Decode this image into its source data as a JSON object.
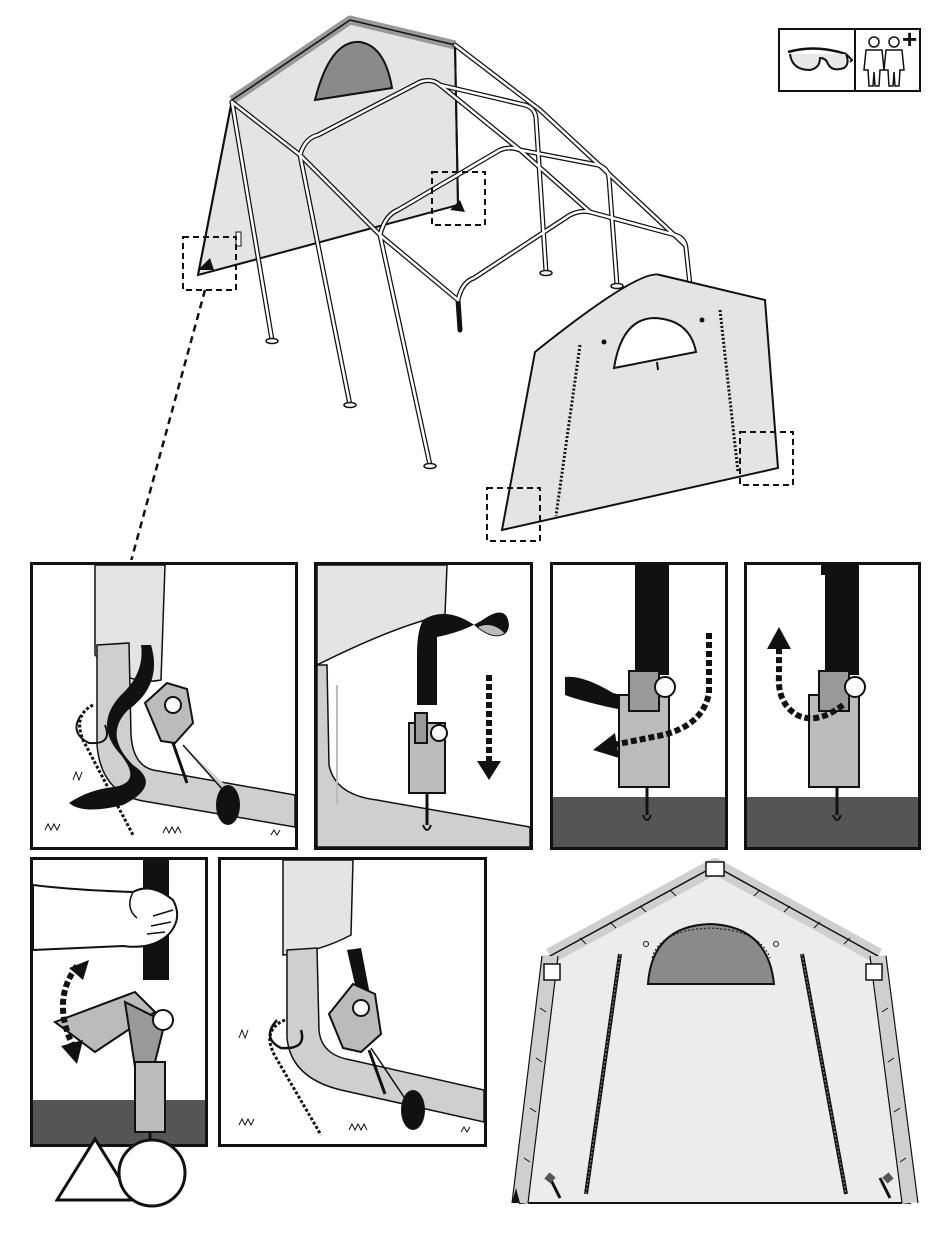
{
  "page": {
    "title": "",
    "colors": {
      "ink": "#111111",
      "cover_light": "#e6e6e6",
      "cover_mid": "#cfcfcf",
      "frame": "#bdbdbd",
      "window": "#8a8a8a",
      "ground": "#555555",
      "strap": "#111111"
    }
  },
  "safety_box": {
    "icons": [
      "safety-glasses-icon",
      "two-person-icon"
    ],
    "plus_symbol": "+"
  },
  "overview": {
    "callouts": [
      "callout-front-left-corner",
      "callout-rear-left-corner",
      "callout-rear-right-corner",
      "callout-door-left-corner"
    ]
  },
  "steps": [
    {
      "id": "step-1",
      "icons": [
        "ratchet-icon",
        "strap-icon",
        "auger-anchor-icon"
      ]
    },
    {
      "id": "step-2",
      "icons": [
        "ratchet-icon",
        "strap-icon",
        "down-arrow-icon"
      ]
    },
    {
      "id": "step-3",
      "icons": [
        "ratchet-icon",
        "strap-icon",
        "thread-arrow-icon"
      ]
    },
    {
      "id": "step-4",
      "icons": [
        "ratchet-icon",
        "strap-icon",
        "up-arrow-icon"
      ]
    },
    {
      "id": "step-5",
      "icons": [
        "hand-icon",
        "ratchet-icon",
        "rotate-arrow-icon"
      ]
    },
    {
      "id": "step-6",
      "icons": [
        "ratchet-icon",
        "strap-icon",
        "auger-anchor-icon"
      ]
    }
  ],
  "warning_symbols": [
    "triangle-icon",
    "circle-icon"
  ],
  "final_view": {
    "icons": [
      "shelter-front-icon",
      "window-icon"
    ]
  }
}
